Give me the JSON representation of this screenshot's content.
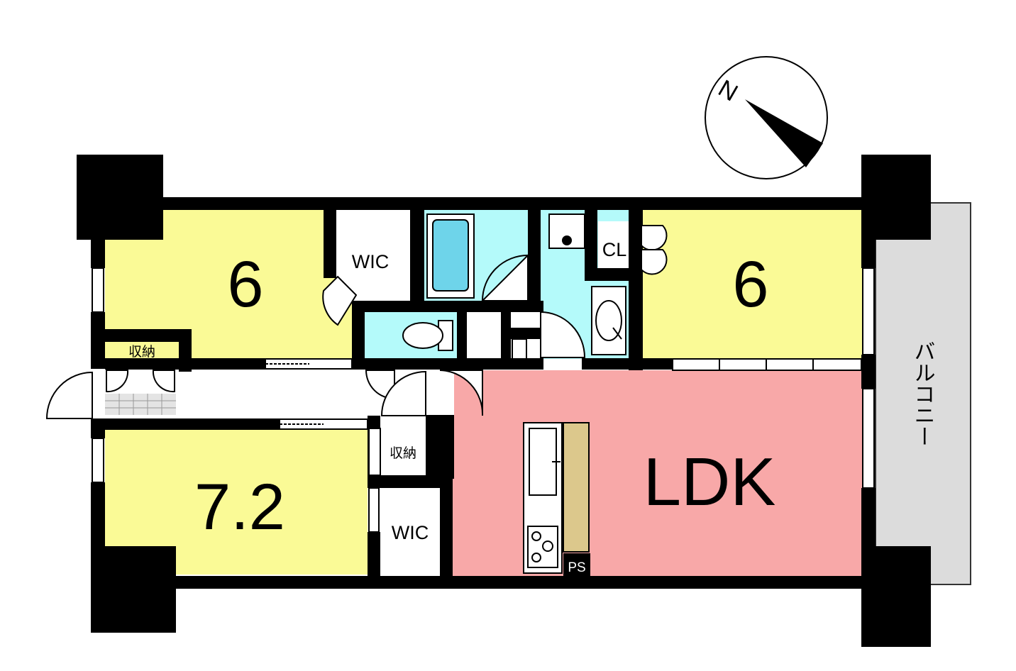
{
  "rooms": {
    "bedroom_top_left": "6",
    "bedroom_top_right": "6",
    "bedroom_bottom_left": "7.2",
    "ldk": "LDK",
    "wic_top": "WIC",
    "wic_bottom": "WIC",
    "closet": "CL",
    "storage_entrance": "収納",
    "storage_hall": "収納",
    "pipe_space": "PS",
    "balcony": "バルコニー"
  },
  "compass": {
    "north_label": "N"
  },
  "colors": {
    "bedroom": "#fafa96",
    "ldk": "#f8a8a8",
    "wet_area": "#b4fafa",
    "bathtub": "#6ed4ea",
    "balcony": "#dcdcdc",
    "kitchen_counter": "#dcc88c",
    "wall": "#000000"
  }
}
